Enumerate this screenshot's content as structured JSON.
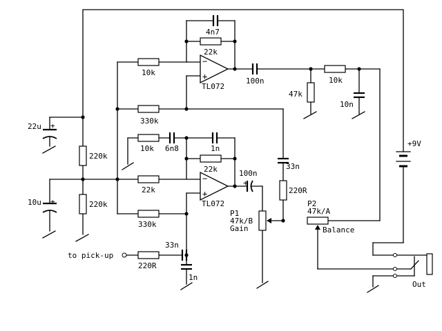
{
  "components": {
    "c_4n7": "4n7",
    "r_22k_top": "22k",
    "r_10k_in1": "10k",
    "op_top": "TL072",
    "c_100n_top": "100n",
    "r_47k": "47k",
    "r_10k_out": "10k",
    "c_10n": "10n",
    "r_330k_top": "330k",
    "c_22u": "22u",
    "r_220k_top": "220k",
    "r_10k_mid": "10k",
    "c_6n8": "6n8",
    "c_1n_fb": "1n",
    "r_22k_fb2": "22k",
    "c_100n_mid": "100n",
    "c_33n_right": "33n",
    "r_22k_in": "22k",
    "op_bottom": "TL072",
    "r_220R_right": "220R",
    "c_10u": "10u",
    "r_220k_bot": "220k",
    "r_330k_bot": "330k",
    "p1_name": "P1",
    "p1_value": "47k/B",
    "p1_func": "Gain",
    "p2_name": "P2",
    "p2_value": "47k/A",
    "p2_func": "Balance",
    "supply": "+9V",
    "input": "to pick-up",
    "c_33n_in": "33n",
    "r_220R_in": "220R",
    "c_1n_in": "1n",
    "output": "Out"
  },
  "signs": {
    "minus": "−",
    "plus": "+"
  }
}
